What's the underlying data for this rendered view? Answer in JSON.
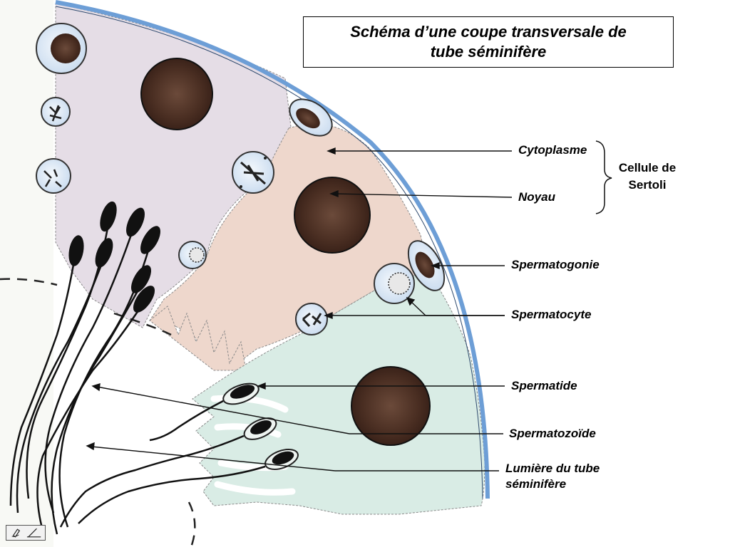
{
  "title": {
    "line1": "Schéma d’une coupe transversale de",
    "line2": "tube séminifère"
  },
  "labels": {
    "cytoplasme": "Cytoplasme",
    "noyau": "Noyau",
    "sertoli_line1": "Cellule de",
    "sertoli_line2": "Sertoli",
    "spermatogonie": "Spermatogonie",
    "spermatocyte": "Spermatocyte",
    "spermatide": "Spermatide",
    "spermatozoide": "Spermatozoïde",
    "lumiere_line1": "Lumière du tube",
    "lumiere_line2": "séminifère"
  },
  "colors": {
    "membrane": "#6d9ed6",
    "lilac_sertoli": "#e5dde6",
    "pink_sertoli": "#eed7cc",
    "green_sertoli": "#d9ece5",
    "nucleus": "#4a2e22",
    "cell_fill": "#d6e4f3",
    "sperm": "#111111"
  },
  "icons": {
    "slide_control": "pen-and-slash-icon"
  }
}
